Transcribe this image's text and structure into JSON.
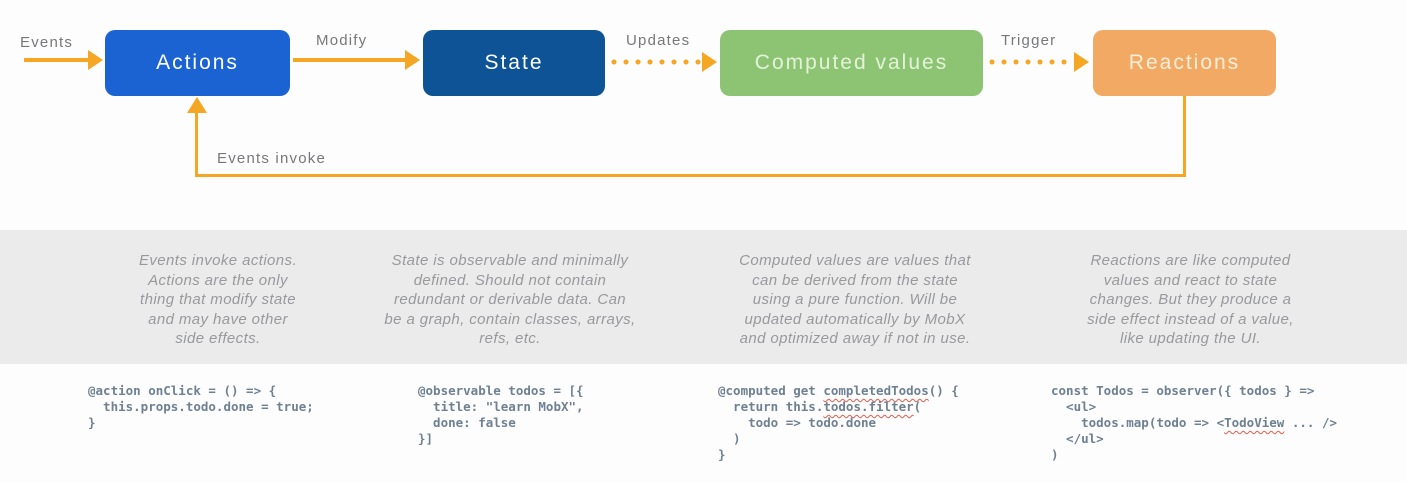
{
  "diagram": {
    "arrow_color": "#F5A623",
    "nodes": [
      {
        "id": "actions",
        "label": "Actions",
        "bg": "#1B63D2",
        "fg": "#FFFFFF"
      },
      {
        "id": "state",
        "label": "State",
        "bg": "#0E5396",
        "fg": "#FFFFFF"
      },
      {
        "id": "computed-values",
        "label": "Computed values",
        "bg": "#8CC474",
        "fg": "#E4F3D8"
      },
      {
        "id": "reactions",
        "label": "Reactions",
        "bg": "#F2A964",
        "fg": "#FBEED9"
      }
    ],
    "edge_labels": {
      "events": "Events",
      "modify": "Modify",
      "updates": "Updates",
      "trigger": "Trigger",
      "feedback": "Events invoke"
    },
    "edge_styles": {
      "events": "solid",
      "modify": "solid",
      "updates": "dotted",
      "trigger": "dotted",
      "feedback": "solid-loop"
    }
  },
  "descriptions": [
    "Events invoke actions.\nActions are the only\nthing that modify state\nand may have other\nside effects.",
    "State is observable and minimally\ndefined. Should not contain\nredundant or derivable data. Can\nbe a graph, contain classes, arrays,\nrefs, etc.",
    "Computed values are values that\ncan be derived from the state\nusing a pure function. Will be\nupdated automatically by MobX\nand optimized away if not in use.",
    "Reactions are like computed\nvalues and react to state\nchanges. But they produce a\nside effect instead of a value,\nlike updating the UI."
  ],
  "code": {
    "blocks": [
      {
        "text": "@action onClick = () => {\n  this.props.todo.done = true;\n}",
        "squiggles": []
      },
      {
        "text": "@observable todos = [{\n  title: \"learn MobX\",\n  done: false\n}]",
        "squiggles": []
      },
      {
        "text": "@computed get completedTodos() {\n  return this.todos.filter(\n    todo => todo.done\n  )\n}",
        "squiggles": [
          "completedTodos",
          "todos.filter"
        ]
      },
      {
        "text": "const Todos = observer({ todos } =>\n  <ul>\n    todos.map(todo => <TodoView ... />\n  </ul>\n)",
        "squiggles": [
          "TodoView"
        ]
      }
    ]
  },
  "colors": {
    "background": "#FDFDFD",
    "band_background": "#EBEBEB",
    "edge_label_text": "#77787B",
    "description_text": "#98999D",
    "code_text": "#6E8092",
    "squiggle": "#E25B4A"
  }
}
